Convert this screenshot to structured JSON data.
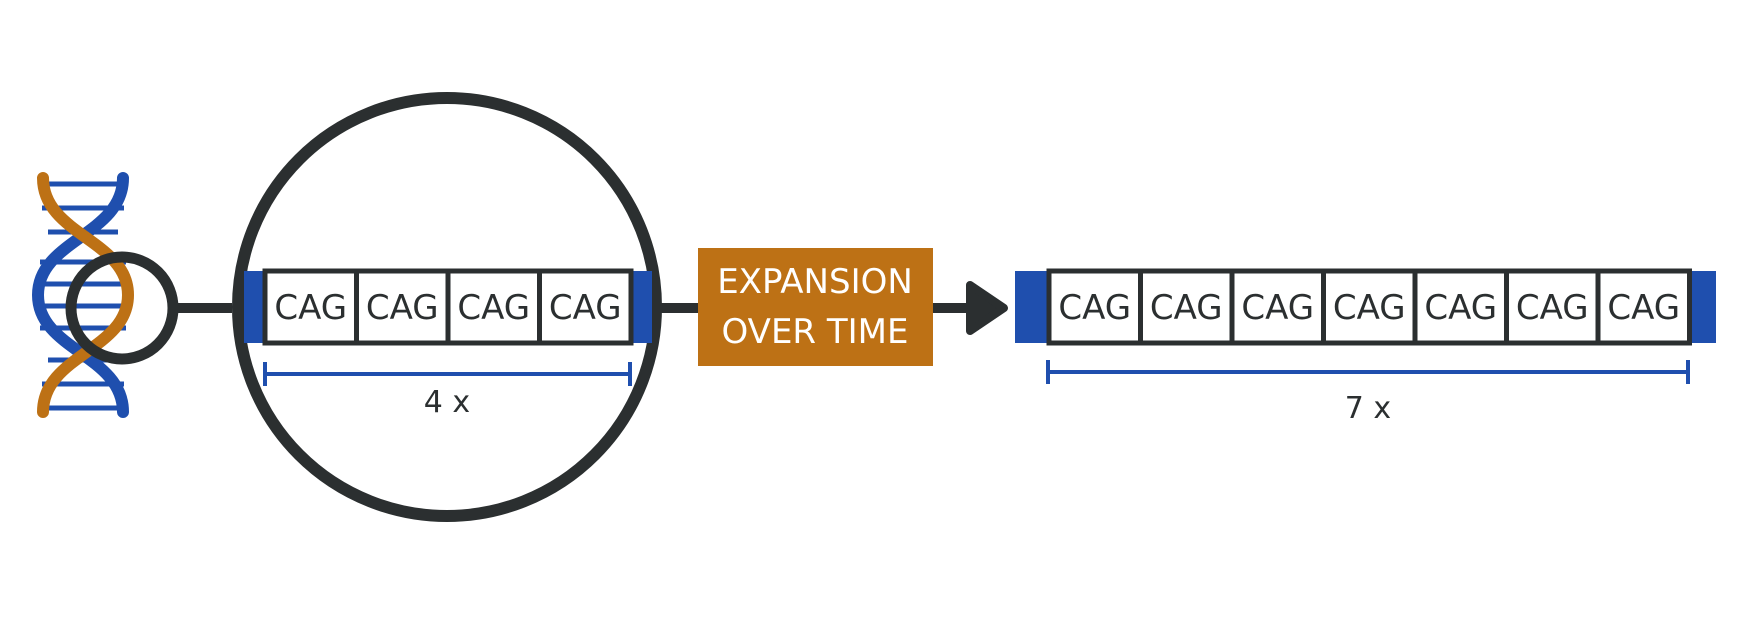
{
  "colors": {
    "blue": "#1f4fae",
    "orange": "#bd7115",
    "dark": "#2b2f30",
    "white": "#ffffff"
  },
  "before": {
    "repeats": [
      "CAG",
      "CAG",
      "CAG",
      "CAG"
    ],
    "count_label": "4 x"
  },
  "process_label": {
    "line1": "EXPANSION",
    "line2": "OVER TIME"
  },
  "after": {
    "repeats": [
      "CAG",
      "CAG",
      "CAG",
      "CAG",
      "CAG",
      "CAG",
      "CAG"
    ],
    "count_label": "7 x"
  },
  "icons": [
    "dna-helix-icon",
    "magnifier-icon",
    "arrow-right-icon"
  ]
}
